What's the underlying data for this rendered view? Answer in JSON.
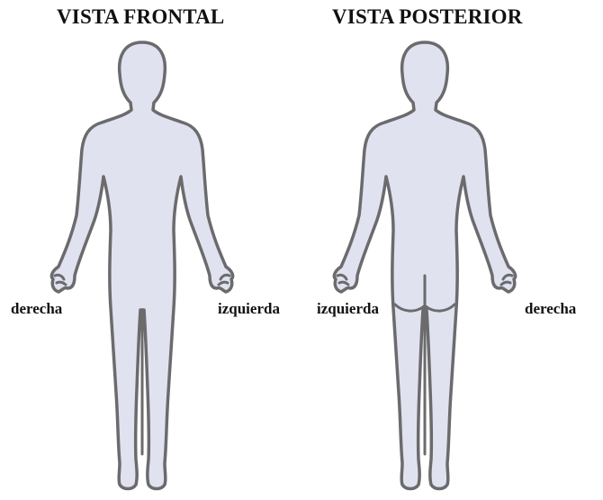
{
  "views": {
    "front": {
      "title": "VISTA FRONTAL",
      "label_left_side": "derecha",
      "label_right_side": "izquierda"
    },
    "back": {
      "title": "VISTA POSTERIOR",
      "label_left_side": "izquierda",
      "label_right_side": "derecha"
    }
  },
  "colors": {
    "body_fill": "#e1e2ef",
    "body_outline": "#6b6b6e",
    "text": "#111111",
    "background": "#ffffff"
  }
}
